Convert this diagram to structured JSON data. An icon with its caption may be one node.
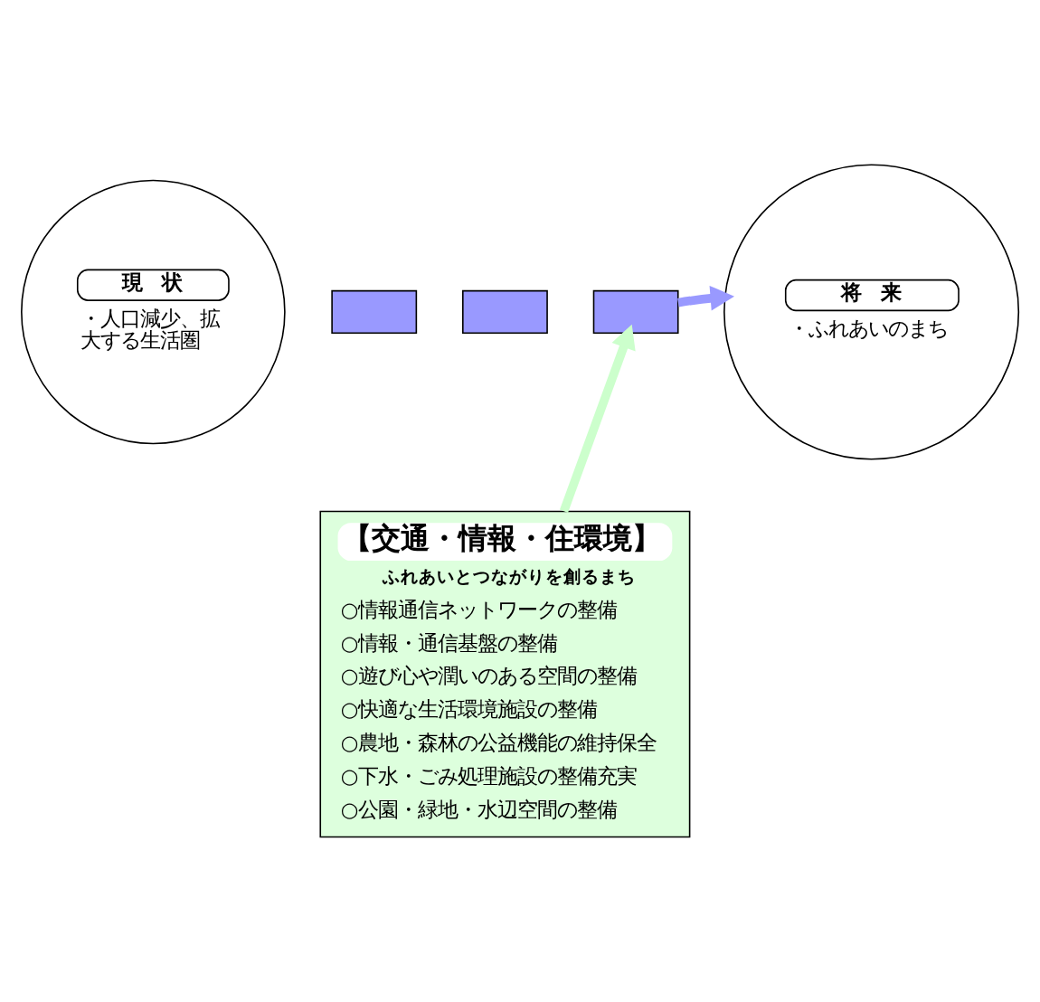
{
  "diagram": {
    "nodes": [
      {
        "text": [
          "現　状",
          "・人口減少、拡大する生活圏"
        ]
      },
      {
        "text": [
          "将　来",
          "・ふれあいのまち"
        ]
      },
      {
        "text": [
          "【交通・情報・住環境】",
          "ふれあいとつながりを創るまち",
          "○情報通信ネットワークの整備",
          "○情報・通信基盤の整備",
          "○遊び心や潤いのある空間の整備",
          "○快適な生活環境施設の整備",
          "○農地・森林の公益機能の維持保全",
          "○下水・ごみ処理施設の整備充実",
          "○公園・緑地・水辺空間の整備"
        ]
      },
      {
        "text": [],
        "shape": "box"
      },
      {
        "text": [],
        "shape": "box"
      },
      {
        "text": [],
        "shape": "box"
      }
    ],
    "edges": [
      {
        "from": 5,
        "to": 1,
        "arrow": "to",
        "color": "#9999ff"
      },
      {
        "from": 2,
        "to": 5,
        "arrow": "to",
        "color": "#ccffcc"
      }
    ]
  }
}
